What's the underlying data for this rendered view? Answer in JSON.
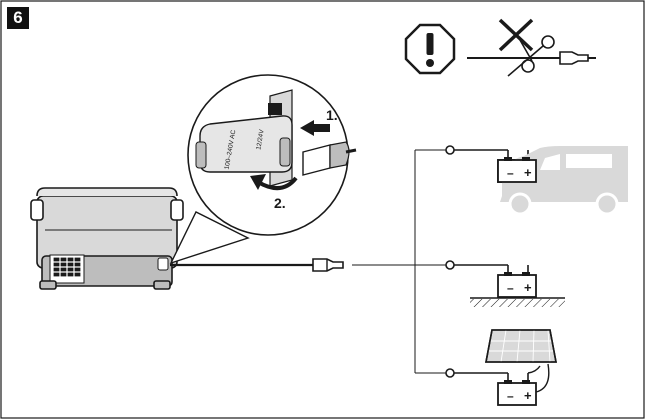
{
  "figure": {
    "number": "6"
  },
  "steps": {
    "step1": "1.",
    "step2": "2."
  },
  "socket_labels": {
    "ac": "100–240V AC",
    "dc": "12/24V"
  },
  "battery": {
    "minus": "–",
    "plus": "+"
  },
  "icons": [
    "warning-octagon-icon",
    "no-cutting-cable-icon",
    "cigarette-plug-icon",
    "van-icon",
    "battery-icon",
    "ground-icon",
    "solar-panel-icon"
  ],
  "colors": {
    "line": "#1a1a1a",
    "fill_light": "#d9d9d9",
    "fill_mid": "#bdbdbd",
    "badge": "#111111"
  }
}
